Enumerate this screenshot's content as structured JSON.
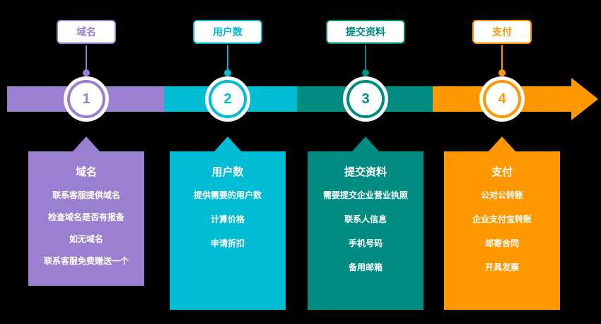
{
  "colors": {
    "background": "#000000",
    "purple": "#9b7fd1",
    "cyan": "#00bcd4",
    "teal": "#008c80",
    "orange": "#ff9800"
  },
  "steps": [
    {
      "label": "域名",
      "number": "1",
      "color": "#9b7fd1",
      "card": {
        "title": "域名",
        "items": [
          "联系客服提供域名",
          "检查域名是否有报备",
          "如无域名",
          "联系客服免费赠送一个"
        ]
      }
    },
    {
      "label": "用户数",
      "number": "2",
      "color": "#00bcd4",
      "card": {
        "title": "用户数",
        "items": [
          "提供需要的用户数",
          "计算价格",
          "申请折扣"
        ]
      }
    },
    {
      "label": "提交资料",
      "number": "3",
      "color": "#008c80",
      "card": {
        "title": "提交资料",
        "items": [
          "需要提交企业营业执照",
          "联系人信息",
          "手机号码",
          "备用邮箱"
        ]
      }
    },
    {
      "label": "支付",
      "number": "4",
      "color": "#ff9800",
      "card": {
        "title": "支付",
        "items": [
          "公对公转账",
          "企业支付宝转账",
          "邮寄合同",
          "开具发票"
        ]
      }
    }
  ]
}
